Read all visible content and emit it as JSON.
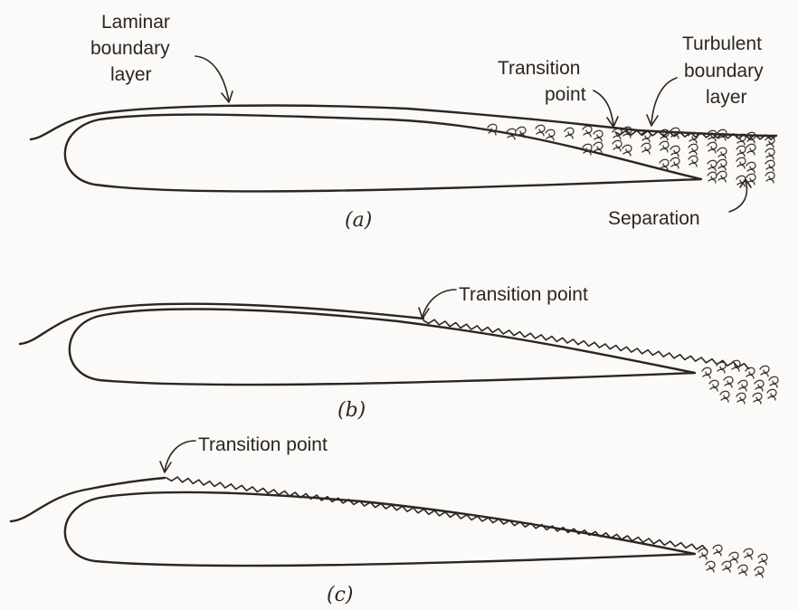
{
  "diagram_a": {
    "laminar_label": [
      "Laminar",
      "boundary",
      "layer"
    ],
    "transition_label": [
      "Transition",
      "point"
    ],
    "turbulent_label": [
      "Turbulent",
      "boundary",
      "layer"
    ],
    "separation_label": "Separation",
    "caption": "(a)"
  },
  "diagram_b": {
    "transition_label": "Transition point",
    "caption": "(b)"
  },
  "diagram_c": {
    "transition_label": "Transition point",
    "caption": "(c)"
  }
}
